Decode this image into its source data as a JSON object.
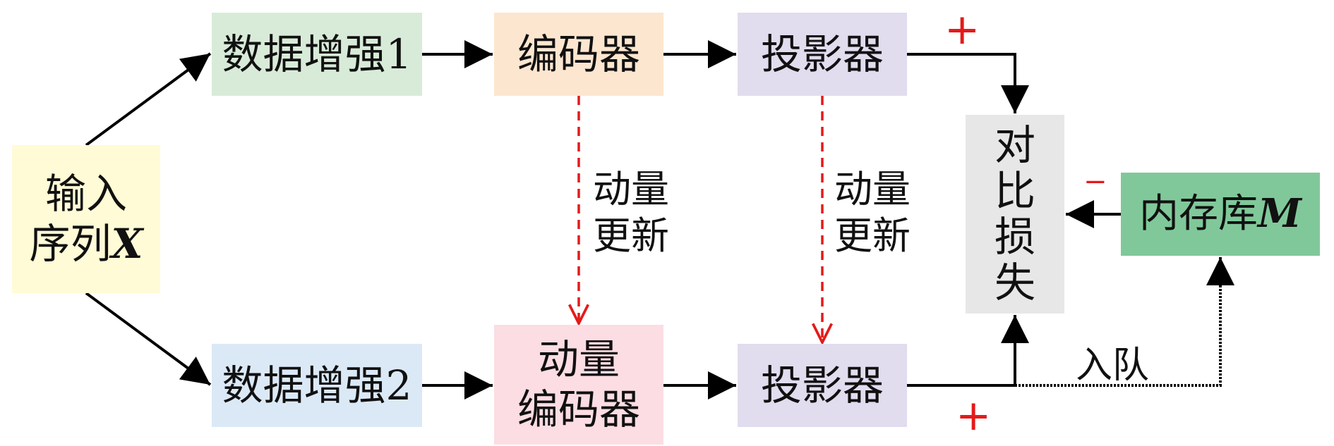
{
  "nodes": {
    "input": {
      "lines": [
        "输入",
        "序列"
      ],
      "var": "X"
    },
    "aug1": {
      "label": "数据增强1"
    },
    "aug2": {
      "label": "数据增强2"
    },
    "encoder": {
      "label": "编码器"
    },
    "momentum_encoder": {
      "lines": [
        "动量",
        "编码器"
      ]
    },
    "projector1": {
      "label": "投影器"
    },
    "projector2": {
      "label": "投影器"
    },
    "contrastive_loss": {
      "lines": [
        "对",
        "比",
        "损",
        "失"
      ]
    },
    "memory_bank": {
      "label": "内存库",
      "var": "M"
    }
  },
  "edge_labels": {
    "momentum_update_1": [
      "动量",
      "更新"
    ],
    "momentum_update_2": [
      "动量",
      "更新"
    ],
    "enqueue": "入队"
  },
  "signs": {
    "positive_top": "+",
    "positive_bottom": "+",
    "negative": "−"
  },
  "colors": {
    "input": "#fffbd6",
    "augment1": "#d8ebd8",
    "augment2": "#dbe9f7",
    "encoder": "#fde6cf",
    "momentum_encoder": "#fbdde3",
    "projector": "#e1dcee",
    "loss": "#e7e7e7",
    "memory_bank": "#80c89a",
    "update_arrow": "#e41a1a",
    "sign": "#e41a1a",
    "arrow": "#000000"
  }
}
